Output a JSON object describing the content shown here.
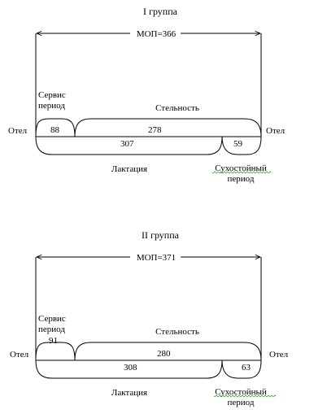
{
  "groups": [
    {
      "title": "I группа",
      "mop": "МОП=366",
      "service_label": "Сервис\nпериод",
      "service_value": "88",
      "pregnancy_label": "Стельность",
      "pregnancy_value": "278",
      "calving_left": "Отел",
      "calving_right": "Отел",
      "lactation_value": "307",
      "dry_value": "59",
      "lactation_label": "Лактация",
      "dry_label": "Сухостойный\nпериод"
    },
    {
      "title": "II группа",
      "mop": "МОП=371",
      "service_label": "Сервис\nпериод",
      "service_value": "91",
      "pregnancy_label": "Стельность",
      "pregnancy_value": "280",
      "calving_left": "Отел",
      "calving_right": "Отел",
      "lactation_value": "308",
      "dry_value": "63",
      "lactation_label": "Лактация",
      "dry_label": "Сухостойный\nпериод"
    }
  ]
}
